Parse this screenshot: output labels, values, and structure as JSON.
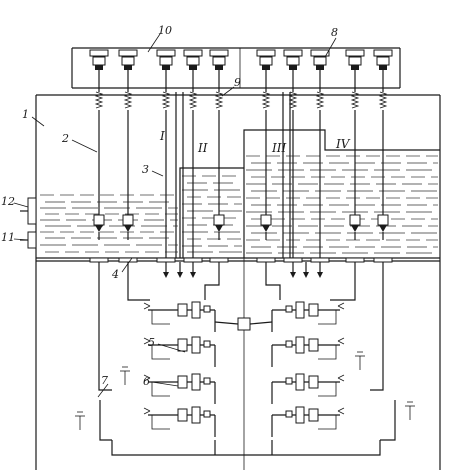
{
  "diagram": {
    "callouts": {
      "n1": "1",
      "n2": "2",
      "n3": "3",
      "n4": "4",
      "n5": "5",
      "n6": "6",
      "n7": "7",
      "n8": "8",
      "n9": "9",
      "n10": "10",
      "n11": "11",
      "n12": "12"
    },
    "sections": {
      "s1": "I",
      "s2": "II",
      "s3": "III",
      "s4": "IV"
    }
  }
}
